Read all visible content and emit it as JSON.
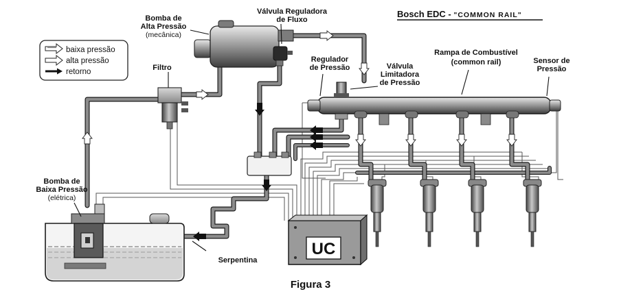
{
  "title": {
    "main": "Bosch EDC - ",
    "quoted": "\"COMMON RAIL\""
  },
  "legend": {
    "items": [
      {
        "label": "baixa pressão",
        "icon": "low-pressure-arrow-icon"
      },
      {
        "label": "alta pressão",
        "icon": "high-pressure-arrow-icon"
      },
      {
        "label": "retorno",
        "icon": "return-arrow-icon"
      }
    ]
  },
  "labels": {
    "high_pump_1": "Bomba de",
    "high_pump_2": "Alta Pressão",
    "high_pump_3": "(mecânica)",
    "flow_valve_1": "Válvula Reguladora",
    "flow_valve_2": "de Fluxo",
    "pressure_regulator_1": "Regulador",
    "pressure_regulator_2": "de Pressão",
    "limiter_valve_1": "Válvula",
    "limiter_valve_2": "Limitadora",
    "limiter_valve_3": "de Pressão",
    "rail_1": "Rampa de Combustível",
    "rail_2": "(common rail)",
    "sensor_1": "Sensor de",
    "sensor_2": "Pressão",
    "filter": "Filtro",
    "low_pump_1": "Bomba de",
    "low_pump_2": "Baixa Pressão",
    "low_pump_3": "(elétrica)",
    "coil": "Serpentina",
    "ecu": "UC"
  },
  "caption": "Figura 3",
  "colors": {
    "pipe": "#8c8c8c",
    "pipe_edge": "#1a1a1a",
    "component": "#9a9a9a",
    "tank": "#f4f4f4",
    "fuel": "#d4d4d4",
    "text": "#111111"
  }
}
